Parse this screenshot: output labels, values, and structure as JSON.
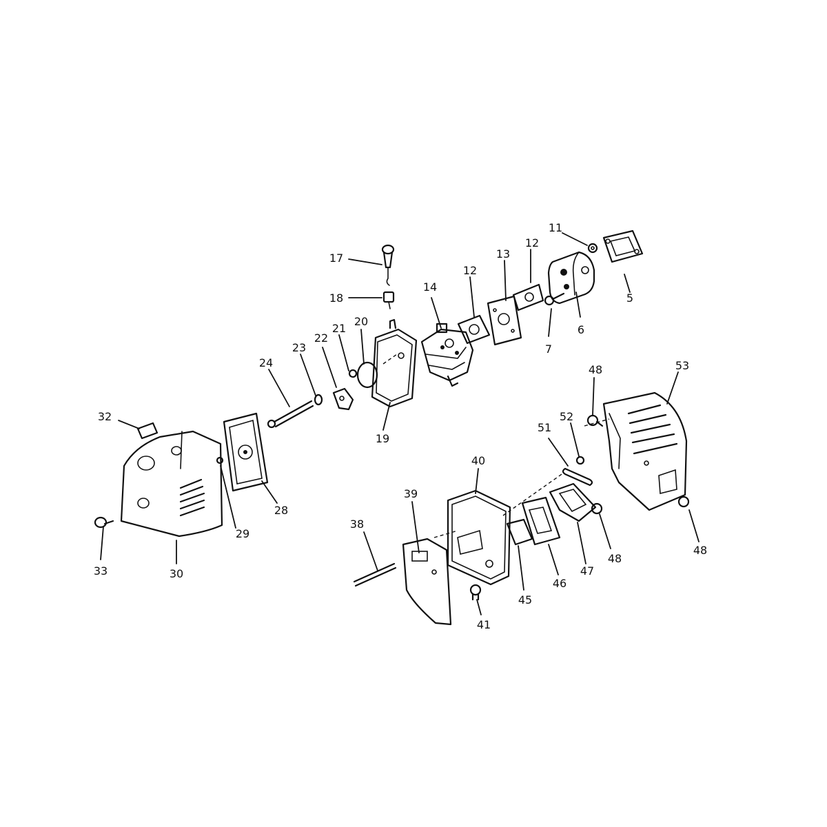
{
  "header": {
    "left_text": "",
    "right_text": ""
  },
  "callouts": {
    "p5": "5",
    "p6": "6",
    "p7": "7",
    "p11": "11",
    "p12a": "12",
    "p12b": "12",
    "p13": "13",
    "p14": "14",
    "p17": "17",
    "p18": "18",
    "p19": "19",
    "p20": "20",
    "p21": "21",
    "p22": "22",
    "p23": "23",
    "p24": "24",
    "p28": "28",
    "p29": "29",
    "p30": "30",
    "p32": "32",
    "p33": "33",
    "p38": "38",
    "p39": "39",
    "p40": "40",
    "p41": "41",
    "p45": "45",
    "p46": "46",
    "p47": "47",
    "p48a": "48",
    "p48b": "48",
    "p48c": "48",
    "p51": "51",
    "p52": "52",
    "p53": "53"
  }
}
